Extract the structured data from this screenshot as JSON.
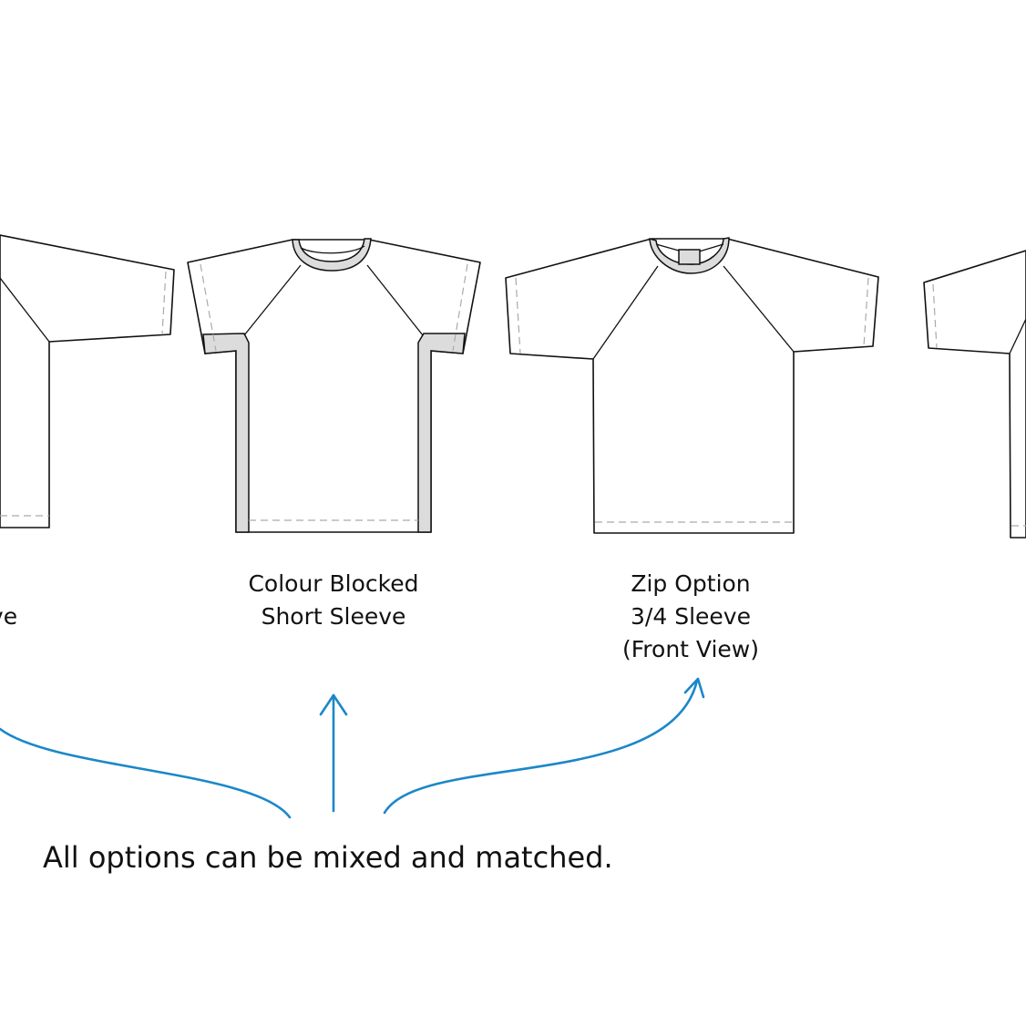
{
  "labels": {
    "partial_left": [
      "ve"
    ],
    "colour_blocked": [
      "Colour Blocked",
      "Short Sleeve"
    ],
    "zip_option": [
      "Zip Option",
      "3/4 Sleeve",
      "(Front View)"
    ]
  },
  "caption": "All options can be mixed and matched.",
  "colors": {
    "arrow": "#1b87c9",
    "contrast_panel": "#dcdcdc",
    "outline": "#111111"
  }
}
